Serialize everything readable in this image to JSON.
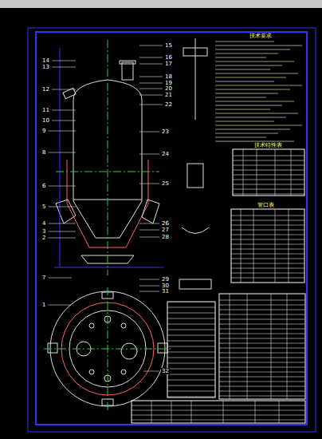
{
  "diagram": {
    "labels": [
      "14",
      "13",
      "12",
      "11",
      "10",
      "9",
      "8",
      "6",
      "5",
      "4",
      "3",
      "2",
      "7",
      "1",
      "15",
      "16",
      "17",
      "18",
      "19",
      "20",
      "21",
      "22",
      "23",
      "24",
      "25",
      "26",
      "27",
      "28",
      "29",
      "30",
      "31",
      "32",
      "技术要求",
      "技术特性表",
      "管口表"
    ]
  }
}
